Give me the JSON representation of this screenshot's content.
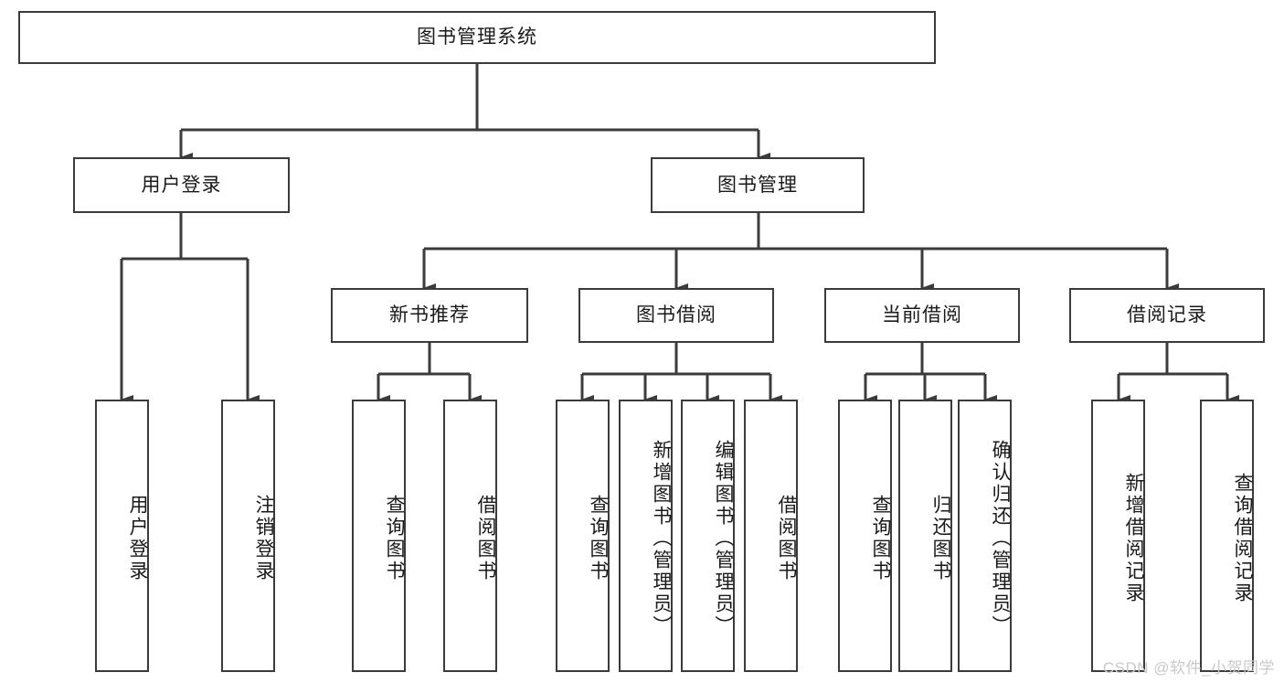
{
  "diagram": {
    "type": "tree",
    "title": "图书管理系统",
    "root": {
      "label": "图书管理系统"
    },
    "level2": [
      {
        "label": "用户登录"
      },
      {
        "label": "图书管理"
      }
    ],
    "level3": [
      {
        "label": "新书推荐"
      },
      {
        "label": "图书借阅"
      },
      {
        "label": "当前借阅"
      },
      {
        "label": "借阅记录"
      }
    ],
    "leaves": {
      "user_login": [
        {
          "label": "用户登录"
        },
        {
          "label": "注销登录"
        }
      ],
      "new_book_recommend": [
        {
          "label": "查询图书"
        },
        {
          "label": "借阅图书"
        }
      ],
      "book_borrow": [
        {
          "label": "查询图书"
        },
        {
          "label": "新增图书（管理员）"
        },
        {
          "label": "编辑图书（管理员）"
        },
        {
          "label": "借阅图书"
        }
      ],
      "current_borrow": [
        {
          "label": "查询图书"
        },
        {
          "label": "归还图书"
        },
        {
          "label": "确认归还（管理员）"
        }
      ],
      "borrow_record": [
        {
          "label": "新增借阅记录"
        },
        {
          "label": "查询借阅记录"
        }
      ]
    }
  },
  "watermark": {
    "text": "CSDN @软件_小贺同学"
  },
  "colors": {
    "border": "#3b3b3b",
    "text": "#1a1a1a",
    "background": "#ffffff",
    "watermark": "#c9c9c9"
  }
}
